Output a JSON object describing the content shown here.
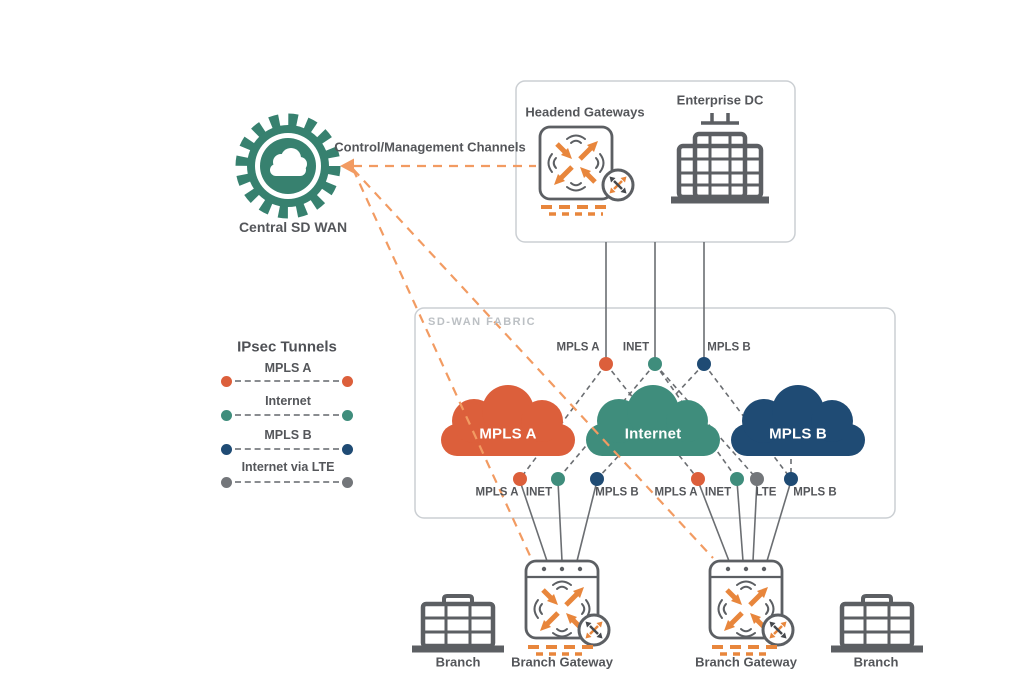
{
  "central_sdwan": {
    "label": "Central SD WAN"
  },
  "control_channels": {
    "label": "Control/Management Channels"
  },
  "headend": {
    "gateways": "Headend Gateways",
    "dc": "Enterprise DC"
  },
  "fabric": {
    "label": "SD-WAN FABRIC",
    "clouds": [
      {
        "label": "MPLS A",
        "color": "#DC5F3B"
      },
      {
        "label": "Internet",
        "color": "#3F8D7C"
      },
      {
        "label": "MPLS B",
        "color": "#1F4B74"
      }
    ],
    "headend_links": [
      {
        "label": "MPLS A",
        "color": "#DC5F3B"
      },
      {
        "label": "INET",
        "color": "#3F8D7C"
      },
      {
        "label": "MPLS B",
        "color": "#1F4B74"
      }
    ],
    "branch1_links": [
      {
        "label": "MPLS A",
        "color": "#DC5F3B"
      },
      {
        "label": "INET",
        "color": "#3F8D7C"
      },
      {
        "label": "MPLS B",
        "color": "#1F4B74"
      }
    ],
    "branch2_links": [
      {
        "label": "MPLS A",
        "color": "#DC5F3B"
      },
      {
        "label": "INET",
        "color": "#3F8D7C"
      },
      {
        "label": "LTE",
        "color": "#73767A"
      },
      {
        "label": "MPLS B",
        "color": "#1F4B74"
      }
    ]
  },
  "legend": {
    "title": "IPsec Tunnels",
    "items": [
      {
        "label": "MPLS A",
        "color": "#DC5F3B"
      },
      {
        "label": "Internet",
        "color": "#3F8D7C"
      },
      {
        "label": "MPLS B",
        "color": "#1F4B74"
      },
      {
        "label": "Internet via LTE",
        "color": "#73767A"
      }
    ]
  },
  "sites": {
    "branch_left": "Branch",
    "gateway_left": "Branch Gateway",
    "gateway_right": "Branch Gateway",
    "branch_right": "Branch"
  }
}
